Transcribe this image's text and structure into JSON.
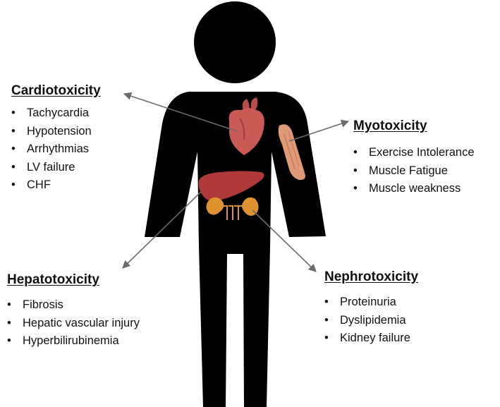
{
  "groups": {
    "cardio": {
      "title": "Cardiotoxicity",
      "items": [
        "Tachycardia",
        "Hypotension",
        "Arrhythmias",
        "LV failure",
        "CHF"
      ]
    },
    "myo": {
      "title": "Myotoxicity",
      "items": [
        "Exercise Intolerance",
        "Muscle Fatigue",
        "Muscle weakness"
      ]
    },
    "hepato": {
      "title": "Hepatotoxicity",
      "items": [
        "Fibrosis",
        "Hepatic vascular injury",
        "Hyperbilirubinemia"
      ]
    },
    "nephro": {
      "title": "Nephrotoxicity",
      "items": [
        "Proteinuria",
        "Dyslipidemia",
        "Kidney failure"
      ]
    }
  },
  "colors": {
    "silhouette": "#000000",
    "heart": "#c95a55",
    "liver": "#b03a3a",
    "kidney": "#e0922e",
    "muscle": "#e09a78",
    "arrow": "#6b6b6b"
  },
  "icons": [
    "human-silhouette",
    "heart-icon",
    "liver-icon",
    "kidneys-icon",
    "muscle-icon"
  ]
}
